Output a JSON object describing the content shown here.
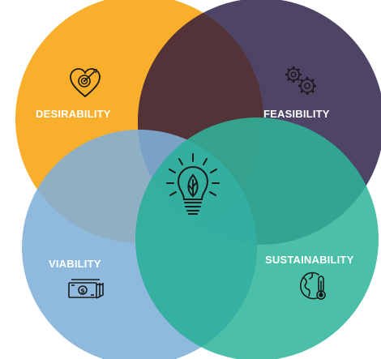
{
  "diagram": {
    "labels": {
      "desirability": "DESIRABILITY",
      "feasibility": "FEASIBILITY",
      "viability": "VIABILITY",
      "sustainability": "SUSTAINABILITY"
    },
    "colors": {
      "desirability": "#F9AE2C",
      "feasibility": "#4E4466",
      "viability": "#7FB0DA",
      "sustainability": "#2FB59A",
      "overlap_top": "#543338",
      "icon_stroke": "#1a1a1a"
    },
    "icons": {
      "desirability": "heart-target-icon",
      "feasibility": "gears-icon",
      "viability": "money-stack-icon",
      "sustainability": "globe-thermometer-icon",
      "center": "lightbulb-leaf-icon"
    }
  }
}
